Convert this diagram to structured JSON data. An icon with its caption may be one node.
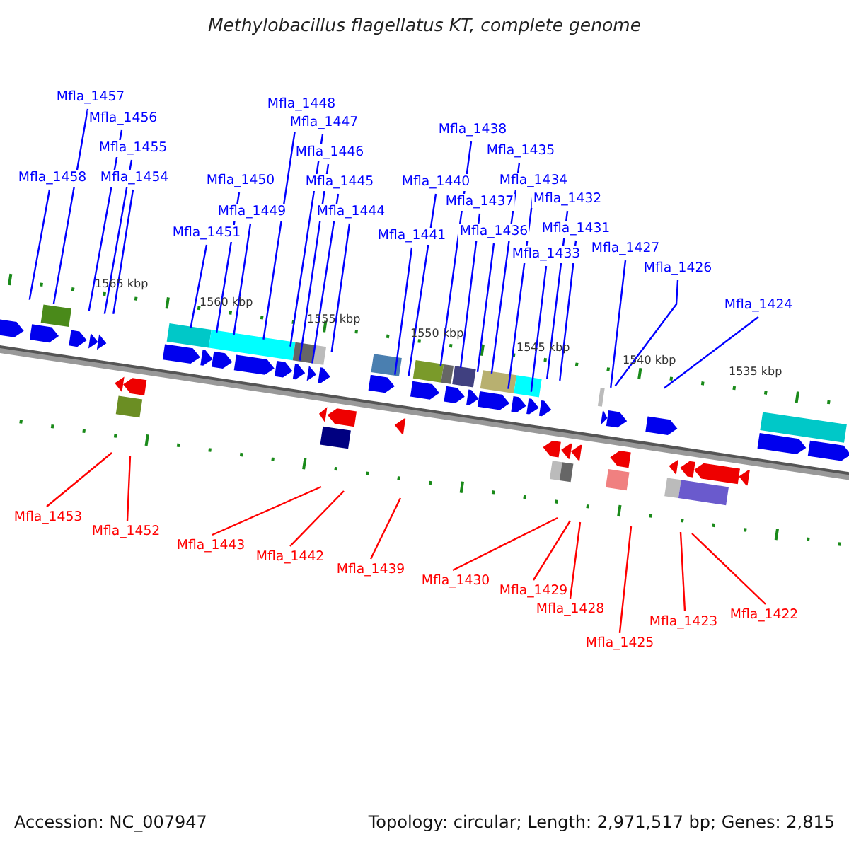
{
  "diagram": {
    "title": "Methylobacillus flagellatus KT, complete genome",
    "nodes": [
      {
        "text": [
          "Mfla_1457"
        ]
      },
      {
        "text": [
          "Mfla_1448"
        ]
      },
      {
        "text": [
          "Mfla_1456"
        ]
      },
      {
        "text": [
          "Mfla_1447"
        ]
      },
      {
        "text": [
          "Mfla_1438"
        ]
      },
      {
        "text": [
          "Mfla_1455"
        ]
      },
      {
        "text": [
          "Mfla_1435"
        ]
      },
      {
        "text": [
          "Mfla_1446"
        ]
      },
      {
        "text": [
          "Mfla_1458"
        ]
      },
      {
        "text": [
          "Mfla_1454"
        ]
      },
      {
        "text": [
          "Mfla_1450"
        ]
      },
      {
        "text": [
          "Mfla_1445"
        ]
      },
      {
        "text": [
          "Mfla_1440"
        ]
      },
      {
        "text": [
          "Mfla_1434"
        ]
      },
      {
        "text": [
          "Mfla_1432"
        ]
      },
      {
        "text": [
          "Mfla_1437"
        ]
      },
      {
        "text": [
          "Mfla_1449"
        ]
      },
      {
        "text": [
          "Mfla_1444"
        ]
      },
      {
        "text": [
          "Mfla_1451"
        ]
      },
      {
        "text": [
          "Mfla_1441"
        ]
      },
      {
        "text": [
          "Mfla_1431"
        ]
      },
      {
        "text": [
          "Mfla_1436"
        ]
      },
      {
        "text": [
          "Mfla_1427"
        ]
      },
      {
        "text": [
          "Mfla_1433"
        ]
      },
      {
        "text": [
          "Mfla_1426"
        ]
      },
      {
        "text": [
          "Mfla_1424"
        ]
      },
      {
        "text": [
          "Mfla_1453"
        ]
      },
      {
        "text": [
          "Mfla_1452"
        ]
      },
      {
        "text": [
          "Mfla_1443"
        ]
      },
      {
        "text": [
          "Mfla_1442"
        ]
      },
      {
        "text": [
          "Mfla_1439"
        ]
      },
      {
        "text": [
          "Mfla_1430"
        ]
      },
      {
        "text": [
          "Mfla_1429"
        ]
      },
      {
        "text": [
          "Mfla_1428"
        ]
      },
      {
        "text": [
          "Mfla_1425"
        ]
      },
      {
        "text": [
          "Mfla_1423"
        ]
      },
      {
        "text": [
          "Mfla_1422"
        ]
      }
    ],
    "edges": [
      {
        "from": 0,
        "to": null,
        "arrow": "none"
      },
      {
        "from": 1,
        "to": null,
        "arrow": "none"
      },
      {
        "from": 2,
        "to": null,
        "arrow": "none"
      },
      {
        "from": 3,
        "to": null,
        "arrow": "none"
      },
      {
        "from": 4,
        "to": null,
        "arrow": "none"
      },
      {
        "from": 5,
        "to": null,
        "arrow": "none"
      },
      {
        "from": 6,
        "to": null,
        "arrow": "none"
      },
      {
        "from": 7,
        "to": null,
        "arrow": "none"
      },
      {
        "from": 8,
        "to": null,
        "arrow": "none"
      },
      {
        "from": 9,
        "to": null,
        "arrow": "none"
      },
      {
        "from": 10,
        "to": null,
        "arrow": "none"
      },
      {
        "from": 11,
        "to": null,
        "arrow": "none"
      },
      {
        "from": 12,
        "to": null,
        "arrow": "none"
      },
      {
        "from": 13,
        "to": null,
        "arrow": "none"
      },
      {
        "from": 14,
        "to": null,
        "arrow": "none"
      },
      {
        "from": 15,
        "to": null,
        "arrow": "none"
      },
      {
        "from": 16,
        "to": null,
        "arrow": "none"
      },
      {
        "from": 17,
        "to": null,
        "arrow": "none"
      },
      {
        "from": 18,
        "to": null,
        "arrow": "none"
      },
      {
        "from": 19,
        "to": null,
        "arrow": "none"
      },
      {
        "from": 20,
        "to": null,
        "arrow": "none"
      },
      {
        "from": 21,
        "to": null,
        "arrow": "none"
      },
      {
        "from": 22,
        "to": null,
        "arrow": "none"
      },
      {
        "from": 23,
        "to": null,
        "arrow": "none"
      },
      {
        "from": 24,
        "to": null,
        "arrow": "none"
      },
      {
        "from": 25,
        "to": null,
        "arrow": "none"
      },
      {
        "from": 26,
        "to": null,
        "arrow": "none",
        "color": "#ff0000"
      },
      {
        "from": 27,
        "to": null,
        "arrow": "none",
        "color": "#ff0000"
      },
      {
        "from": 28,
        "to": null,
        "arrow": "none",
        "color": "#ff0000"
      },
      {
        "from": 29,
        "to": null,
        "arrow": "none",
        "color": "#ff0000"
      },
      {
        "from": 30,
        "to": null,
        "arrow": "none",
        "color": "#ff0000"
      },
      {
        "from": 31,
        "to": null,
        "arrow": "none",
        "color": "#ff0000"
      },
      {
        "from": 32,
        "to": null,
        "arrow": "none",
        "color": "#ff0000"
      },
      {
        "from": 33,
        "to": null,
        "arrow": "none",
        "color": "#ff0000"
      },
      {
        "from": 34,
        "to": null,
        "arrow": "none",
        "color": "#ff0000"
      },
      {
        "from": 35,
        "to": null,
        "arrow": "none",
        "color": "#ff0000"
      },
      {
        "from": 36,
        "to": null,
        "arrow": "none",
        "color": "#ff0000"
      }
    ],
    "labels": [
      "1565 kbp",
      "1560 kbp",
      "1555 kbp",
      "1550 kbp",
      "1545 kbp",
      "1540 kbp",
      "1535 kbp",
      "Accession: NC_007947",
      "Topology: circular; Length: 2,971,517 bp; Genes: 2,815"
    ]
  }
}
